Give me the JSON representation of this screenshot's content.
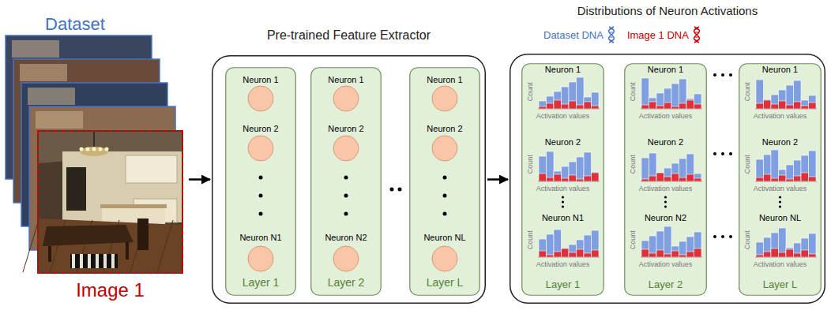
{
  "diagram": {
    "nodes": [
      {
        "text": [
          "Dataset"
        ]
      },
      {
        "text": [
          "Image 1"
        ],
        "in": 0
      },
      {
        "text": [
          "Pre-trained Feature Extractor"
        ]
      },
      {
        "text": [
          "Neuron 1",
          "Neuron 2",
          "Neuron N1",
          "Layer 1"
        ],
        "in": 2
      },
      {
        "text": [
          "Neuron 1",
          "Neuron 2",
          "Neuron N2",
          "Layer 2"
        ],
        "in": 2
      },
      {
        "text": [
          "Neuron 1",
          "Neuron 2",
          "Neuron NL",
          "Layer L"
        ],
        "in": 2
      },
      {
        "text": [
          "Distributions of Neuron Activations"
        ]
      },
      {
        "text": [
          "Neuron 1",
          "Count",
          "Activation values",
          "Neuron 2",
          "Count",
          "Activation values",
          "Neuron N1",
          "Count",
          "Activation values",
          "Layer 1"
        ],
        "in": 6
      },
      {
        "text": [
          "Neuron 1",
          "Count",
          "Activation values",
          "Neuron 2",
          "Count",
          "Activation values",
          "Neuron N2",
          "Count",
          "Activation values",
          "Layer 2"
        ],
        "in": 6
      },
      {
        "text": [
          "Neuron 1",
          "Count",
          "Activation values",
          "Neuron 2",
          "Count",
          "Activation values",
          "Neuron NL",
          "Count",
          "Activation values",
          "Layer L"
        ],
        "in": 6
      }
    ],
    "edges": [
      {
        "from": 0,
        "to": 2,
        "arrow": "to"
      },
      {
        "from": 2,
        "to": 6,
        "arrow": "to"
      }
    ],
    "legend": [
      {
        "text": "Dataset DNA",
        "color": "#4472c4"
      },
      {
        "text": "Image 1 DNA",
        "color": "#c00000"
      }
    ]
  }
}
